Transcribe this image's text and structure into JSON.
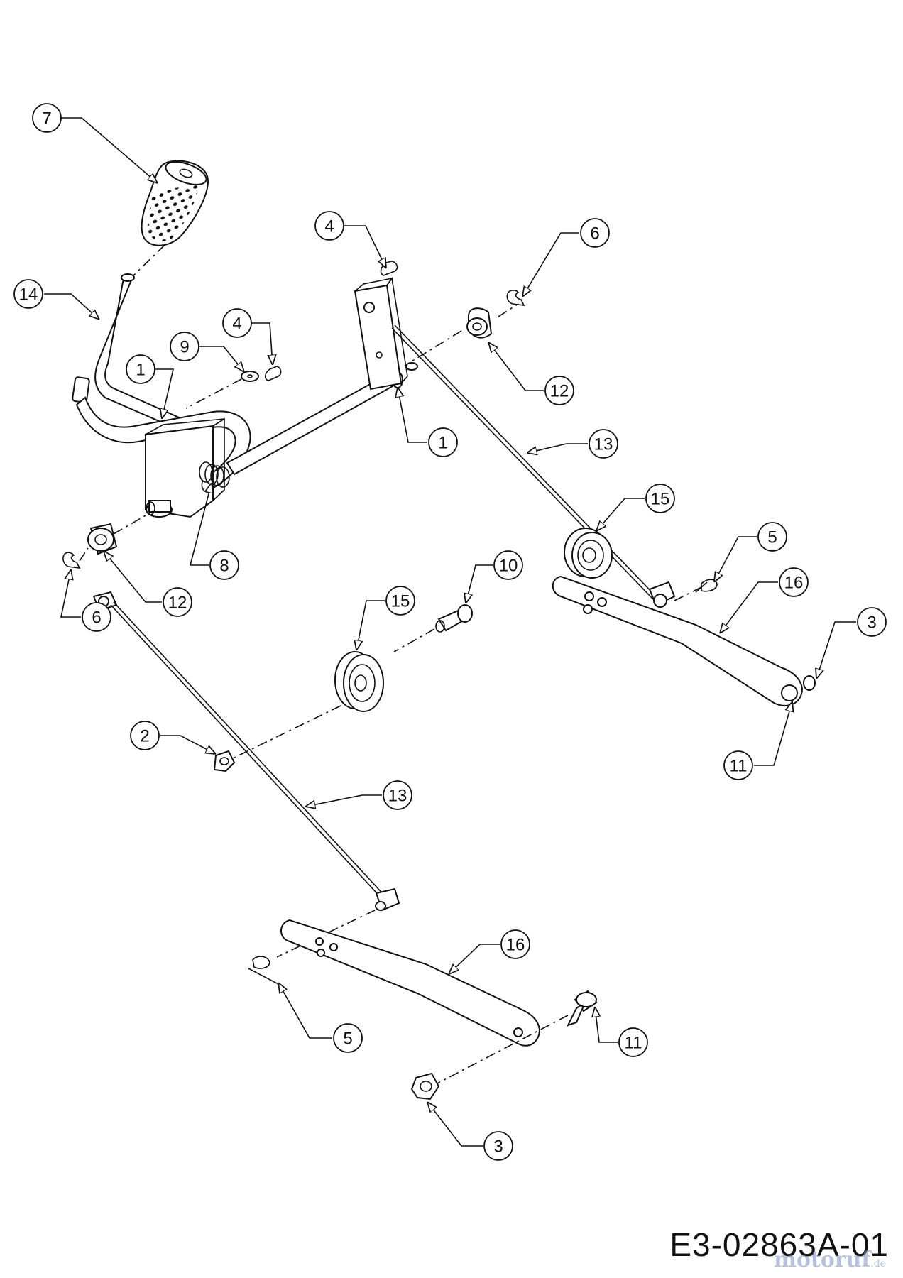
{
  "drawing": {
    "code": "E3-02863A-01",
    "watermark": "motoruf",
    "watermark_tld": ".de"
  },
  "callouts": {
    "c7": "7",
    "c14": "14",
    "c9": "9",
    "c4a": "4",
    "c4b": "4",
    "c1a": "1",
    "c1b": "1",
    "c6a": "6",
    "c12a": "12",
    "c13a": "13",
    "c15a": "15",
    "c5a": "5",
    "c16a": "16",
    "c3a": "3",
    "c11a": "11",
    "c8": "8",
    "c12b": "12",
    "c6b": "6",
    "c10": "10",
    "c15b": "15",
    "c2": "2",
    "c13b": "13",
    "c16b": "16",
    "c5b": "5",
    "c11b": "11",
    "c3b": "3"
  },
  "colors": {
    "line": "#111111",
    "background": "#ffffff",
    "watermark": "#7f8fbf"
  }
}
